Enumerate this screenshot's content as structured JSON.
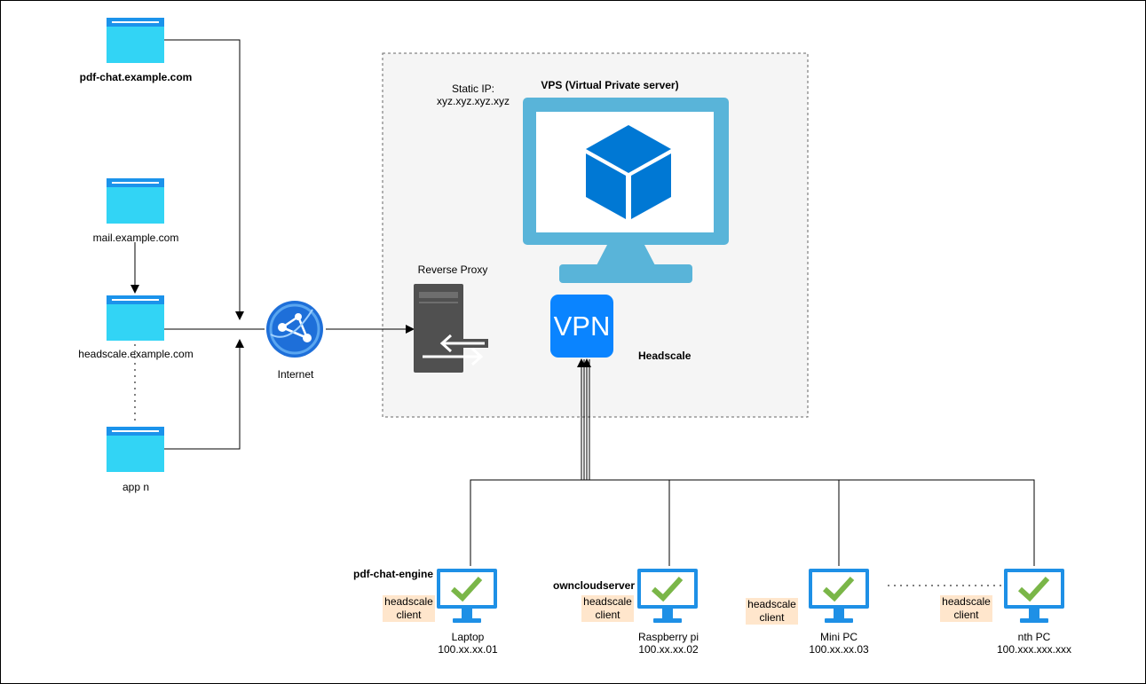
{
  "colors": {
    "browser_body": "#32d4f5",
    "browser_bar": "#1b93eb",
    "monitor_frame": "#59b4d9",
    "cube_blue": "#0078d4",
    "vpn_blue": "#0a84ff",
    "server_grey": "#505050",
    "globe_blue": "#1e6fd9",
    "client_monitor": "#1e90e6",
    "check_green": "#7ab648",
    "tag_bg": "#ffe6cc",
    "box_bg": "#f5f5f5"
  },
  "icons": {
    "app_window": "browser-window-icon",
    "internet": "globe-network-icon",
    "proxy": "server-proxy-icon",
    "vps": "virtual-machine-monitor-icon",
    "vpn": "vpn-badge-icon",
    "client": "monitor-check-icon"
  },
  "apps": [
    {
      "label": "pdf-chat.example.com"
    },
    {
      "label": "mail.example.com"
    },
    {
      "label": "headscale.example.com"
    },
    {
      "label": "app n"
    }
  ],
  "internet": {
    "label": "Internet"
  },
  "vps": {
    "title": "VPS (Virtual Private server)",
    "static_ip_label": "Static IP:",
    "static_ip_value": "xyz.xyz.xyz.xyz",
    "proxy_label": "Reverse Proxy",
    "vpn_text": "VPN",
    "headscale_label": "Headscale"
  },
  "clients": [
    {
      "name": "pdf-chat-engine",
      "tag_line1": "headscale",
      "tag_line2": "client",
      "device": "Laptop",
      "ip": "100.xx.xx.01"
    },
    {
      "name": "owncloudserver",
      "tag_line1": "headscale",
      "tag_line2": "client",
      "device": "Raspberry pi",
      "ip": "100.xx.xx.02"
    },
    {
      "name": "",
      "tag_line1": "headscale",
      "tag_line2": "client",
      "device": "Mini PC",
      "ip": "100.xx.xx.03"
    },
    {
      "name": "",
      "tag_line1": "headscale",
      "tag_line2": "client",
      "device": "nth PC",
      "ip": "100.xxx.xxx.xxx"
    }
  ]
}
